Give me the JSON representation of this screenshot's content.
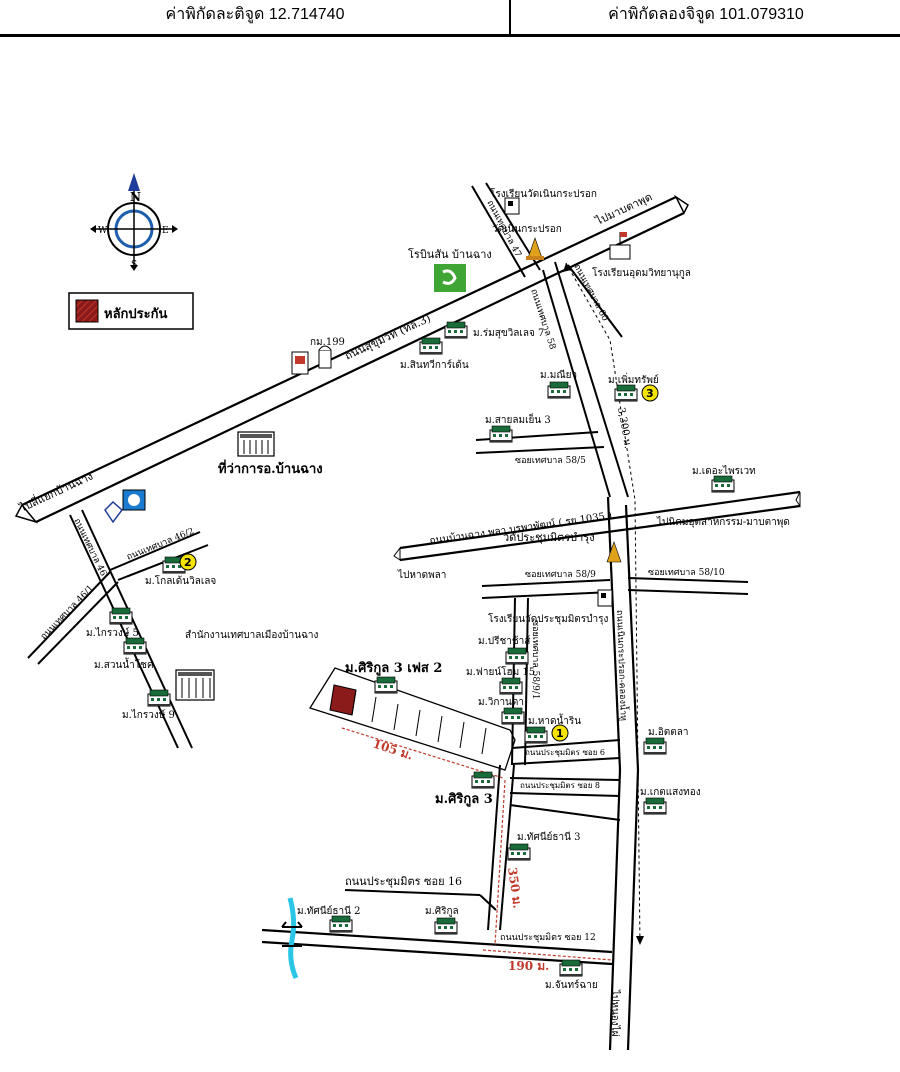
{
  "header": {
    "latitude": "ค่าพิกัดละติจูด 12.714740",
    "longitude": "ค่าพิกัดลองจิจูด 101.079310"
  },
  "compass": {
    "n": "N",
    "s": "S",
    "e": "E",
    "w": "W"
  },
  "legend": {
    "label": "หลักประกัน",
    "color": "#8b1a1a"
  },
  "roads": {
    "sukhumvit": "ถนนสุขุมวิท (ทล.3)",
    "to_sattahip": "ไปมาบตาพุด",
    "to_ban_chang_jct": "ไปสี่แยกบ้านฉาง",
    "ban_chang_phla": "ถนนบ้านฉาง พลา บูรพาพัฒน์ ( รย.1035 )",
    "to_phla_beach": "ไปหาดพลา",
    "to_industrial": "ไปนิคมอุตสาหกรรม-มาบตาพุด",
    "soi_47": "ถนนเทศบาล 47",
    "soi_60": "ถนนเทศบาล 60",
    "soi_58": "ถนนเทศบาล 58",
    "soi_58_5": "ซอยเทศบาล 58/5",
    "soi_58_9": "ซอยเทศบาล 58/9",
    "soi_58_10": "ซอยเทศบาล 58/10",
    "soi_58_9_1": "ซอยเทศบาล 58/9/1",
    "noen_krapok": "ถนนเนินกระปรอก-คลองน้ำหู",
    "soi_46": "ถนนเทศบาล 46",
    "soi_46_1": "ถนนเทศบาล 46/1",
    "soi_46_2": "ถนนเทศบาล 46/2",
    "prachum_6": "ถนนประชุมมิตร ซอย 6",
    "prachum_8": "ถนนประชุมมิตร ซอย 8",
    "prachum_12": "ถนนประชุมมิตร ซอย 12",
    "prachum_16": "ถนนประชุมมิตร ซอย 16",
    "to_nong_phai": "ไปหนองไผ่",
    "dist_3300": "3,300 ม."
  },
  "places": {
    "school_noen": "โรงเรียนวัดเนินกระปรอก",
    "wat_noen": "วัดเนินกระปรอก",
    "school_udom": "โรงเรียนอุดมวิทยานุกูล",
    "robinson": "โรบินสัน บ้านฉาง",
    "km199": "กม.199",
    "rom_suk": "ม.ร่มสุขวิลเลจ 7",
    "sin_garden": "ม.สินทวีการ์เด้น",
    "maneeya": "ม.มณียา",
    "permsap": "ม.เพิ่มทรัพย์",
    "sailom": "ม.สายลมเย็น 3",
    "district": "ที่ว่าการอ.บ้านฉาง",
    "kae_phai": "ม.เดอะไพรเวท",
    "wat_prachum": "วัดประชุมมิตรบำรุง",
    "school_prachum": "โรงเรียนวัดประชุมมิตรบำรุง",
    "kolden": "ม.โกลเด้นวิลเลจ",
    "krai_5": "ม.ไกรวงษ์ 5",
    "suan_nam_chok": "ม.สวนน้ำโชค",
    "krai_9": "ม.ไกรวงษ์ 9",
    "municipal": "สำนักงานเทศบาลเมืองบ้านฉาง",
    "siri3_phase2": "ม.ศิริกูล 3 เฟส 2",
    "preecha": "ม.ปรีชาช้าส์",
    "fine_home": "ม.ฟายน์โฮม 15",
    "wikanda": "ม.วิกานดา",
    "hat_namrin": "ม.หาดน้ำริน",
    "ittala": "ม.อิตตลา",
    "kaeng_saeng": "ม.เกตแสงทอง",
    "siri3": "ม.ศิริกูล 3",
    "tassani3": "ม.ทัศนีย์ธานี 3",
    "tassani2": "ม.ทัศนีย์ธานี 2",
    "sirikul": "ม.ศิริกูล",
    "chantra": "ม.จันทร์ฉาย"
  },
  "distances": {
    "d105": "105 ม.",
    "d350": "350 ม.",
    "d190": "190 ม."
  },
  "markers": {
    "m1": "1",
    "m2": "2",
    "m3": "3"
  }
}
